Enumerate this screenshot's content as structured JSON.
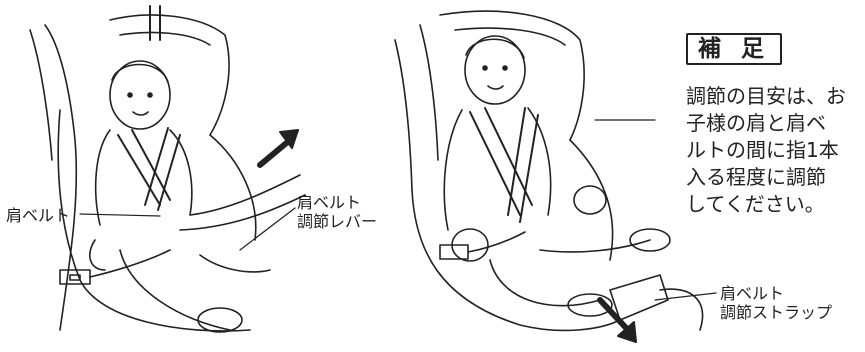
{
  "left_panel": {
    "shoulder_belt_label": "肩ベルト",
    "adjust_lever_label_line1": "肩ベルト",
    "adjust_lever_label_line2": "調節レバー"
  },
  "right_panel": {
    "strap_label_line1": "肩ベルト",
    "strap_label_line2": "調節ストラップ"
  },
  "note": {
    "title": "補 足",
    "lines": [
      "調節の目安は、お",
      "子様の肩と肩ベ",
      "ルトの間に指1本",
      "入る程度に調節",
      "してください。"
    ]
  },
  "colors": {
    "ink": "#222222",
    "background": "#ffffff"
  }
}
